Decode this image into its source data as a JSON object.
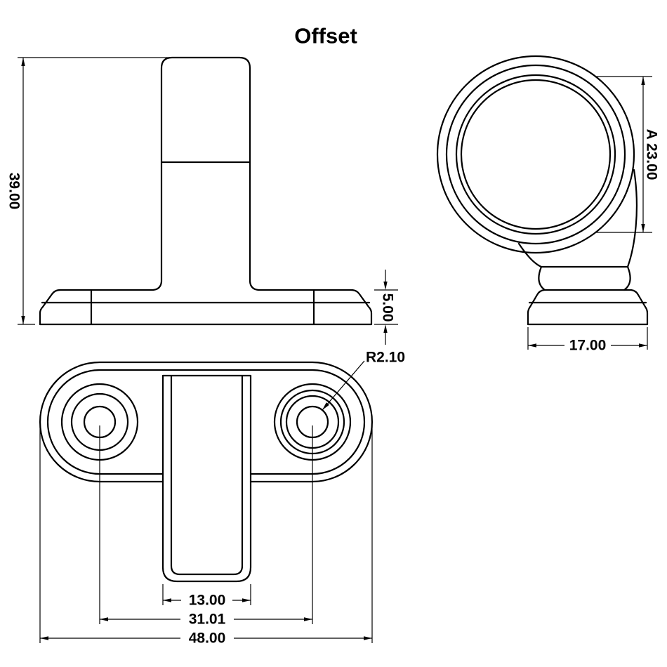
{
  "title": "Offset",
  "front_view": {
    "height": "39.00",
    "base_height": "5.00"
  },
  "side_view": {
    "bore_label": "A 23.00",
    "base_width": "17.00"
  },
  "bottom_view": {
    "corner_radius": "R2.10",
    "stem_width": "13.00",
    "hole_spacing": "31.01",
    "overall_length": "48.00"
  },
  "colors": {
    "line": "#000000",
    "background": "#ffffff"
  }
}
